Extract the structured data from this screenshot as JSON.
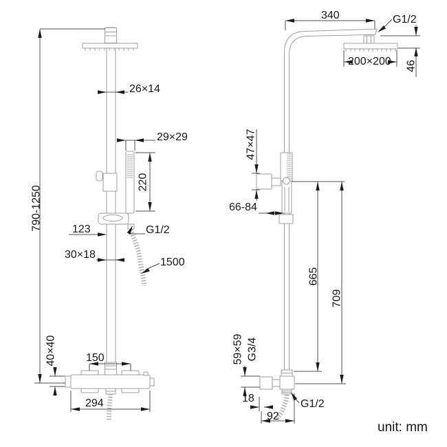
{
  "diagram": {
    "unit_note": "unit: mm",
    "front_view": {
      "overall_height": "790-1250",
      "upper_pipe_profile": "26×14",
      "hand_shower_profile": "29×29",
      "hand_shower_length": "220",
      "bracket_offset": "123",
      "hand_hose_thread": "G1/2",
      "lower_pipe_profile": "30×18",
      "hose_length": "1500",
      "valve_profile": "40×40",
      "handle_spacing": "150",
      "valve_width": "294"
    },
    "side_view": {
      "arm_reach": "340",
      "arm_thread": "G1/2",
      "head_size": "200×200",
      "head_height": "46",
      "slider_knob_size": "47×47",
      "wall_distance_range": "66-84",
      "slider_height": "665",
      "column_height": "709",
      "handle_size": "59×59",
      "inlet_thread": "G3/4",
      "handle_depth": "18",
      "outlet_thread": "G1/2",
      "outlet_offset": "92"
    }
  }
}
